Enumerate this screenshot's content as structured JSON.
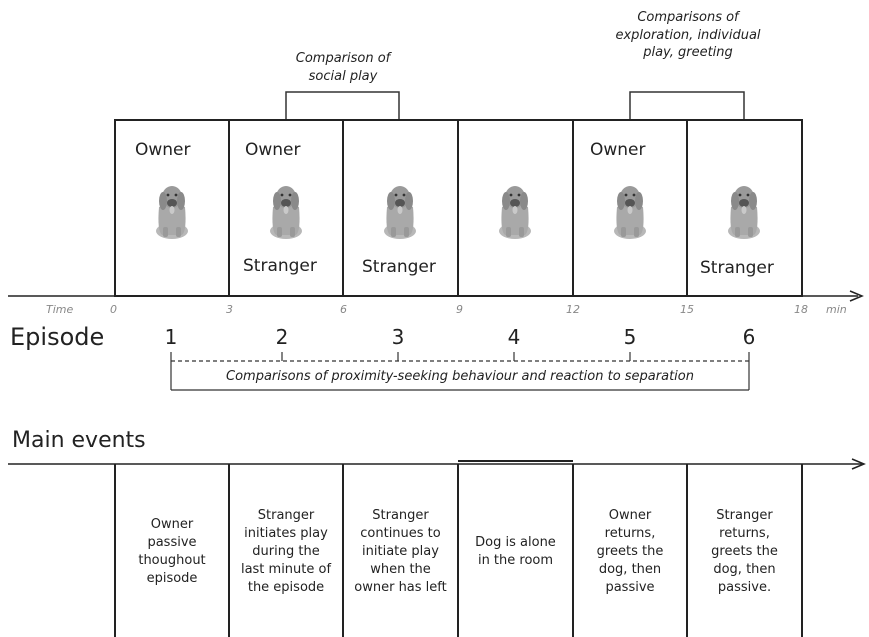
{
  "top_comparisons": {
    "social_play": "Comparison of social play",
    "exploration": "Comparisons of exploration, individual play, greeting"
  },
  "rooms": [
    {
      "top_label": "Owner",
      "bottom_label": "",
      "icon": "dog-icon"
    },
    {
      "top_label": "Owner",
      "bottom_label": "Stranger",
      "icon": "dog-icon"
    },
    {
      "top_label": "",
      "bottom_label": "Stranger",
      "icon": "dog-icon"
    },
    {
      "top_label": "",
      "bottom_label": "",
      "icon": "dog-icon"
    },
    {
      "top_label": "Owner",
      "bottom_label": "",
      "icon": "dog-icon"
    },
    {
      "top_label": "",
      "bottom_label": "Stranger",
      "icon": "dog-icon"
    }
  ],
  "timeline": {
    "label": "Time",
    "unit": "min",
    "ticks": [
      "0",
      "3",
      "6",
      "9",
      "12",
      "15",
      "18"
    ]
  },
  "episodes": {
    "title": "Episode",
    "numbers": [
      "1",
      "2",
      "3",
      "4",
      "5",
      "6"
    ],
    "proximity_comparison": "Comparisons of proximity-seeking behaviour and reaction to separation"
  },
  "main_events": {
    "title": "Main events",
    "items": [
      "Owner passive thoughout episode",
      "Stranger initiates play during the last minute of the episode",
      "Stranger continues to initiate play when the owner has left",
      "Dog is alone in the room",
      "Owner returns, greets the dog, then passive",
      "Stranger returns, greets the dog, then passive."
    ]
  }
}
